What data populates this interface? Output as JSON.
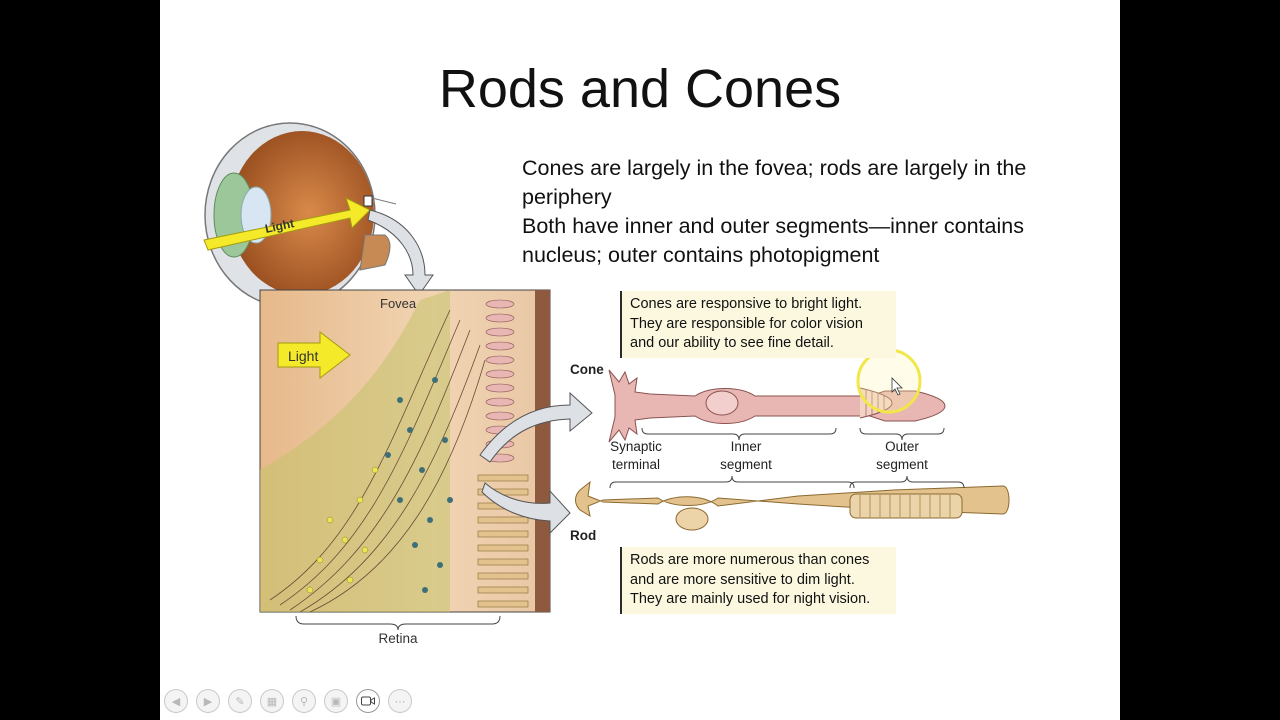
{
  "slide": {
    "title": "Rods and Cones",
    "bullets": [
      "Cones are largely in the fovea; rods are largely in the periphery",
      "Both have inner and outer segments—inner contains nucleus; outer contains photopigment"
    ]
  },
  "figure": {
    "eye_light_label": "Light",
    "fovea_label": "Fovea",
    "retina_light_label": "Light",
    "retina_label": "Retina",
    "cone_label": "Cone",
    "rod_label": "Rod",
    "synaptic_terminal_label": "Synaptic\nterminal",
    "inner_segment_label": "Inner\nsegment",
    "outer_segment_label": "Outer\nsegment",
    "cone_callout": "Cones are responsive to bright light.\nThey are responsible for color vision\nand our ability to see fine detail.",
    "rod_callout": "Rods are more numerous than cones\nand are more sensitive to dim light.\nThey are mainly used for night vision."
  },
  "toolbar": {
    "buttons": [
      "prev-icon",
      "next-icon",
      "pen-icon",
      "slides-icon",
      "zoom-icon",
      "subtitles-icon",
      "camera-icon",
      "more-icon"
    ]
  },
  "colors": {
    "background": "#000000",
    "slide": "#ffffff",
    "callout_bg": "#fbf8df",
    "light_arrow": "#f4ea2a",
    "cone_pink": "#e8b7b4",
    "rod_tan": "#e3c28e",
    "cursor_highlight": "#f1e64a"
  }
}
